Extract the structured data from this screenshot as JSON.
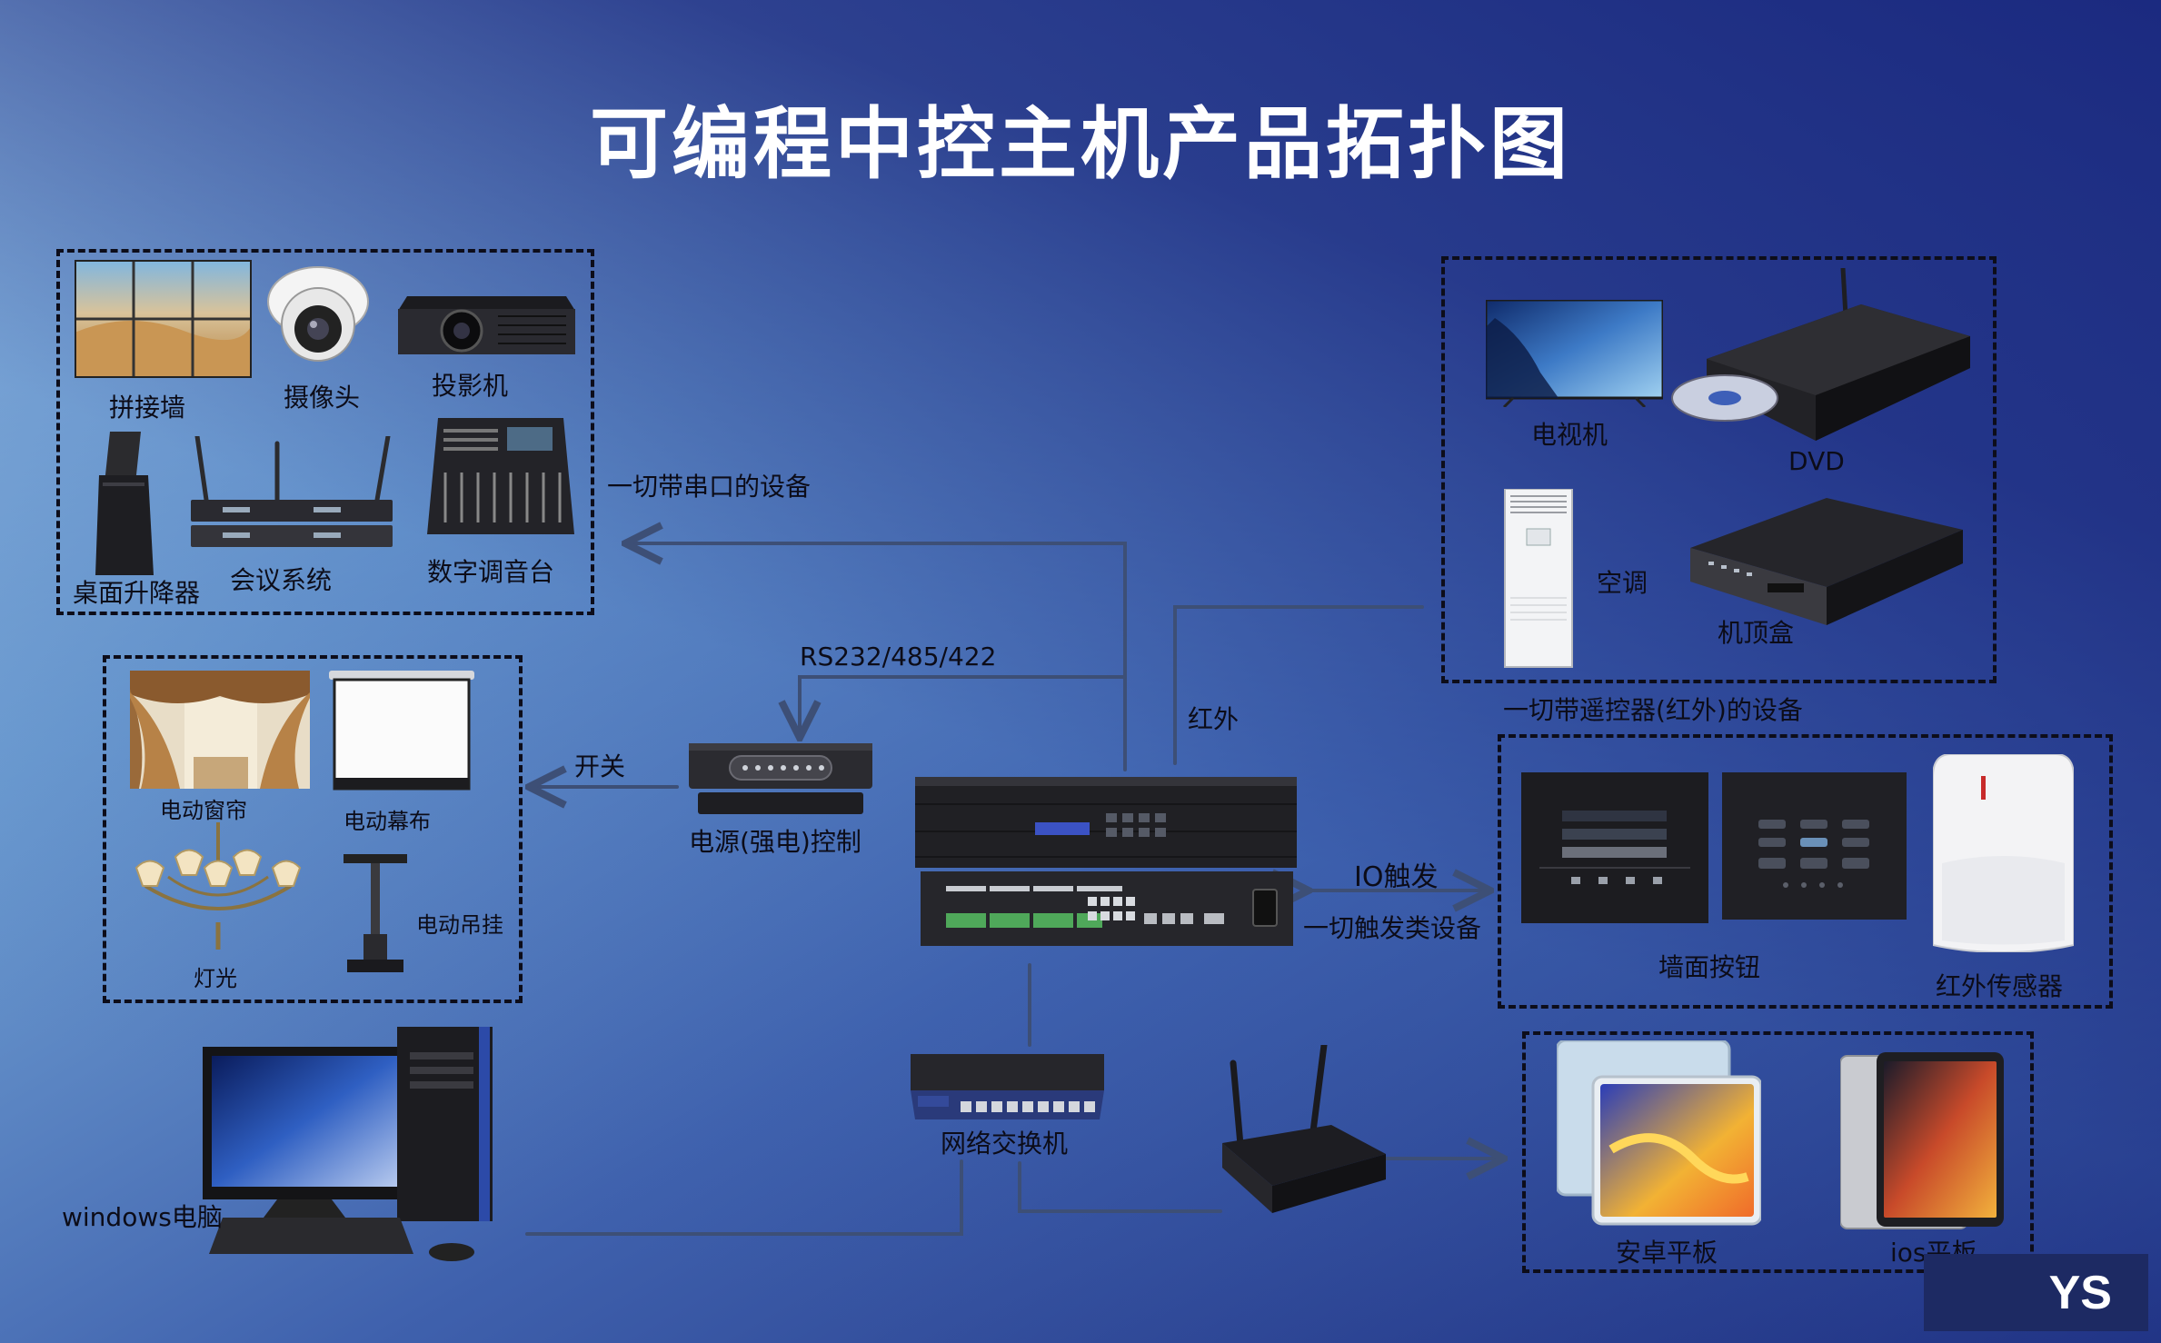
{
  "title": "可编程中控主机产品拓扑图",
  "serial_group": {
    "caption": "一切带串口的设备",
    "devices": [
      "拼接墙",
      "摄像头",
      "投影机",
      "桌面升降器",
      "会议系统",
      "数字调音台"
    ]
  },
  "ir_group": {
    "caption": "一切带遥控器(红外)的设备",
    "devices": [
      "电视机",
      "DVD",
      "空调",
      "机顶盒"
    ]
  },
  "switch_group": {
    "devices": [
      "电动窗帘",
      "电动幕布",
      "灯光",
      "电动吊挂"
    ]
  },
  "io_group": {
    "devices": [
      "墙面按钮",
      "红外传感器"
    ]
  },
  "tablet_group": {
    "devices": [
      "安卓平板",
      "ios平板"
    ]
  },
  "links": {
    "rs232": "RS232/485/422",
    "ir": "红外",
    "switch": "开关",
    "io_trigger": "IO触发",
    "io_devices": "一切触发类设备"
  },
  "core": {
    "power_control": "电源(强电)控制",
    "network_switch": "网络交换机",
    "pc": "windows电脑"
  },
  "watermark": "YS",
  "colors": {
    "line": "#3d4f76",
    "title": "#ffffff",
    "badge_bg": "#1d2a63"
  }
}
